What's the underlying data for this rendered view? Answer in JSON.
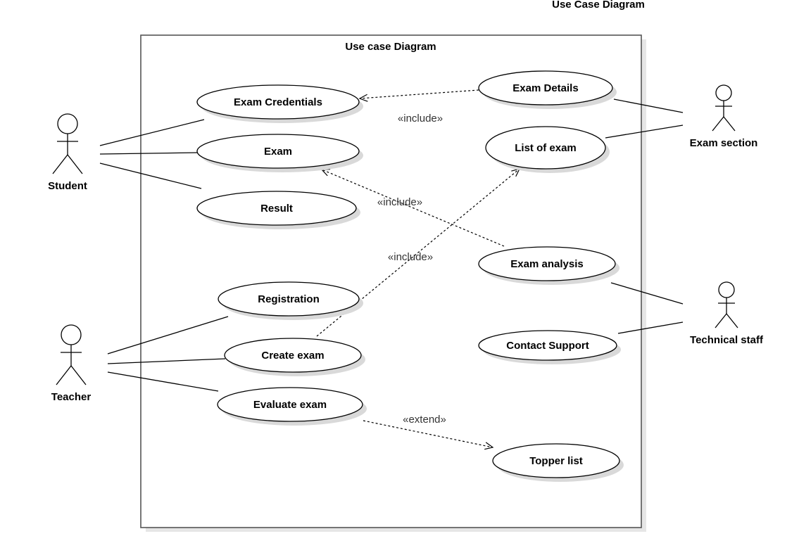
{
  "page_title": "Use Case Diagram",
  "system": {
    "title": "Use case Diagram"
  },
  "actors": {
    "student": "Student",
    "teacher": "Teacher",
    "exam_section": "Exam section",
    "technical_staff": "Technical staff"
  },
  "use_cases": {
    "exam_credentials": "Exam Credentials",
    "exam": "Exam",
    "result": "Result",
    "registration": "Registration",
    "create_exam": "Create exam",
    "evaluate_exam": "Evaluate exam",
    "exam_details": "Exam Details",
    "list_of_exam": "List of exam",
    "exam_analysis": "Exam analysis",
    "contact_support": "Contact Support",
    "topper_list": "Topper list"
  },
  "relations": {
    "include_1": "«include»",
    "include_2": "«include»",
    "include_3": "«include»",
    "extend_1": "«extend»"
  }
}
